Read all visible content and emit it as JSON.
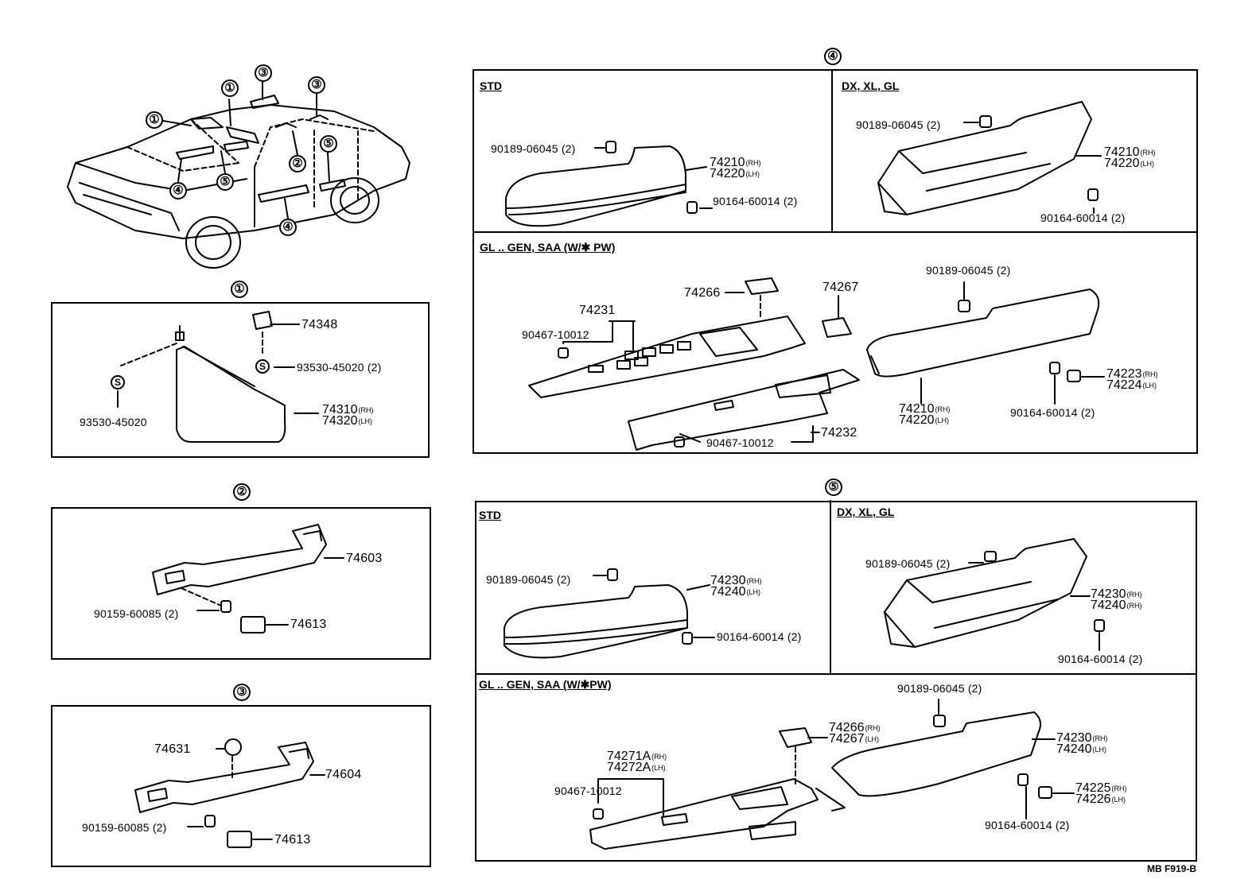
{
  "callouts": {
    "c1": "①",
    "c2": "②",
    "c3": "③",
    "c4": "④",
    "c5": "⑤",
    "s": "S"
  },
  "section1": {
    "parts": {
      "p74348": "74348",
      "p93530_2": "93530-45020 (2)",
      "p93530": "93530-45020",
      "p74310": "74310",
      "p74320": "74320"
    }
  },
  "section2": {
    "parts": {
      "p74603": "74603",
      "p90159": "90159-60085 (2)",
      "p74613": "74613"
    }
  },
  "section3": {
    "parts": {
      "p74631": "74631",
      "p74604": "74604",
      "p90159": "90159-60085 (2)",
      "p74613": "74613"
    }
  },
  "suffix": {
    "rh": "(RH)",
    "lh": "(LH)"
  },
  "section4": {
    "std": {
      "heading": "STD",
      "p90189": "90189-06045 (2)",
      "p74210": "74210",
      "p74220": "74220",
      "p90164": "90164-60014 (2)"
    },
    "dx": {
      "heading": "DX, XL, GL",
      "p90189": "90189-06045 (2)",
      "p74210": "74210",
      "p74220": "74220",
      "p90164": "90164-60014 (2)"
    },
    "gl": {
      "heading": "GL .. GEN, SAA (W/✱ PW)",
      "p74266": "74266",
      "p74267": "74267",
      "p90189": "90189-06045 (2)",
      "p74231": "74231",
      "p90467a": "90467-10012",
      "p74223": "74223",
      "p74224": "74224",
      "p74210": "74210",
      "p74220": "74220",
      "p90164": "90164-60014 (2)",
      "p90467b": "90467-10012",
      "p74232": "74232"
    }
  },
  "section5": {
    "std": {
      "heading": "STD",
      "p90189": "90189-06045 (2)",
      "p74230": "74230",
      "p74240": "74240",
      "p90164": "90164-60014 (2)"
    },
    "dx": {
      "heading": "DX, XL, GL",
      "p90189": "90189-06045 (2)",
      "p74230": "74230",
      "p74240": "74240",
      "p90164": "90164-60014 (2)"
    },
    "gl": {
      "heading": "GL .. GEN, SAA (W/✱PW)",
      "p90189": "90189-06045 (2)",
      "p74266": "74266",
      "p74267": "74267",
      "p74230": "74230",
      "p74240": "74240",
      "p74271": "74271A",
      "p74272": "74272A",
      "p90467": "90467-10012",
      "p74225": "74225",
      "p74226": "74226",
      "p90164": "90164-60014 (2)"
    }
  },
  "footer_code": "MB F919-B"
}
